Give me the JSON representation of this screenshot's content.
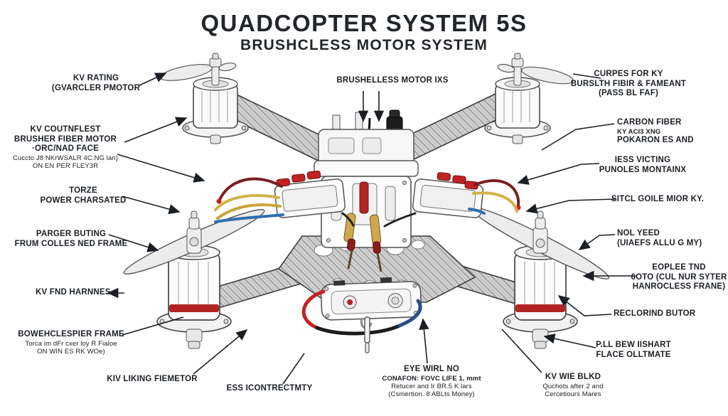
{
  "title": "QUADCOPTER SYSTEM 5S",
  "subtitle": "BRUSHCLESS MOTOR SYSTEM",
  "labels": {
    "kv_rating": {
      "lines": [
        "KV RATING",
        "(GVARCLER PMOTOR"
      ]
    },
    "kv_coutnflest": {
      "lines": [
        "KV COUTNFLEST",
        "BRUSHER FIBER MOTOR",
        "·ORC/NAD FACE",
        "Cuccto J8 NKrWSALR  4C.NG lan)",
        "ON EN PER FLEY3R"
      ]
    },
    "torze": {
      "lines": [
        "TORZE",
        "POWER CHARSATED"
      ]
    },
    "parger": {
      "lines": [
        "PARGER BUTING",
        "FRUM COLLES NED FRAME"
      ]
    },
    "kv_fnd": {
      "lines": [
        "KV FND HARNNES"
      ]
    },
    "bowehclespier": {
      "lines": [
        "BOWEHCLESPIER FRAME",
        "Torca im dFr cxer loy R Fialoe",
        "ON WIN ES RK WOe)"
      ]
    },
    "kiv_liking": {
      "lines": [
        "KIV LIKING FIEMETOR"
      ]
    },
    "ess": {
      "lines": [
        "ESS ICONTRECTMTY"
      ]
    },
    "brushelless": {
      "lines": [
        "BRUSHELLESS MOTOR IXS"
      ]
    },
    "eye_wirl": {
      "lines": [
        "EYE WIRL NO",
        "CONAFON: FOVC LIFE 1, mmt",
        "Retucer and Ir BR.5 K lars",
        "(Csmertion. 8 ABLts Money)"
      ]
    },
    "curpes": {
      "lines": [
        "CURPES FOR KY",
        "BURSLTH FIBIR & FAMEANT",
        "(PASS BL FAF)"
      ]
    },
    "carbon": {
      "lines": [
        "CARBON FIBER",
        "KY ACI3 XNG",
        "POKARON ES AND"
      ]
    },
    "iess": {
      "lines": [
        "IESS VICTING",
        "PUNOLES MONTAINX"
      ]
    },
    "sitcl": {
      "lines": [
        "SITCL GOILE MIOR KY."
      ]
    },
    "nol_yeed": {
      "lines": [
        "NOL YEED",
        "(UIAEFS ALLU G MY)"
      ]
    },
    "eoplee": {
      "lines": [
        "EOPLEE TND",
        "6OTO (CUL NUR SYTER",
        "HANROCLESS FRANE)"
      ]
    },
    "reclorind": {
      "lines": [
        "RECLORIND BUTOR"
      ]
    },
    "pll_bew": {
      "lines": [
        "P.LL BEW IISHART",
        "FLACE OLLTMATE"
      ]
    },
    "kv_wie": {
      "lines": [
        "KV WIE BLKD",
        "Quchots after 2 and",
        "Cercetiours Mares"
      ]
    }
  },
  "colors": {
    "ink": "#1b1f24",
    "wire_red": "#c32222",
    "wire_dark_red": "#7a1f1f",
    "wire_yellow": "#d2b24a",
    "wire_blue": "#2f6fae",
    "motor_band_red": "#b32424",
    "carbon_gray": "#d4d4d4"
  }
}
